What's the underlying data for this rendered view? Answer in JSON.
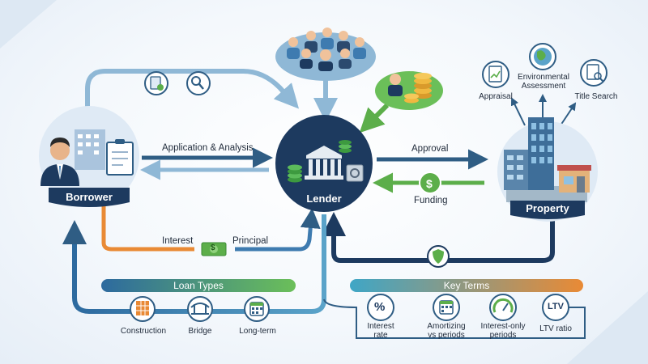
{
  "nodes": {
    "borrower": "Borrower",
    "lender": "Lender",
    "property": "Property"
  },
  "flows": {
    "application": "Application & Analysis",
    "approval": "Approval",
    "funding": "Funding",
    "interest": "Interest",
    "principal": "Principal"
  },
  "assessments": {
    "appraisal": "Appraisal",
    "environmental": "Environmental\nAssessment",
    "title_search": "Title Search"
  },
  "loan_types": {
    "header": "Loan Types",
    "items": [
      "Construction",
      "Bridge",
      "Long-term"
    ]
  },
  "key_terms": {
    "header": "Key Terms",
    "items": [
      "Interest\nrate",
      "Amortizing\nvs periods",
      "Interest-only\nperiods",
      "LTV ratio"
    ],
    "icon_texts": {
      "percent": "%",
      "ltv": "LTV"
    }
  },
  "money_symbol": "$",
  "colors": {
    "navy": "#1d3a5f",
    "blue": "#3e7bb0",
    "green": "#6bbf59",
    "orange": "#e98a35",
    "teal": "#3fa6a6"
  }
}
